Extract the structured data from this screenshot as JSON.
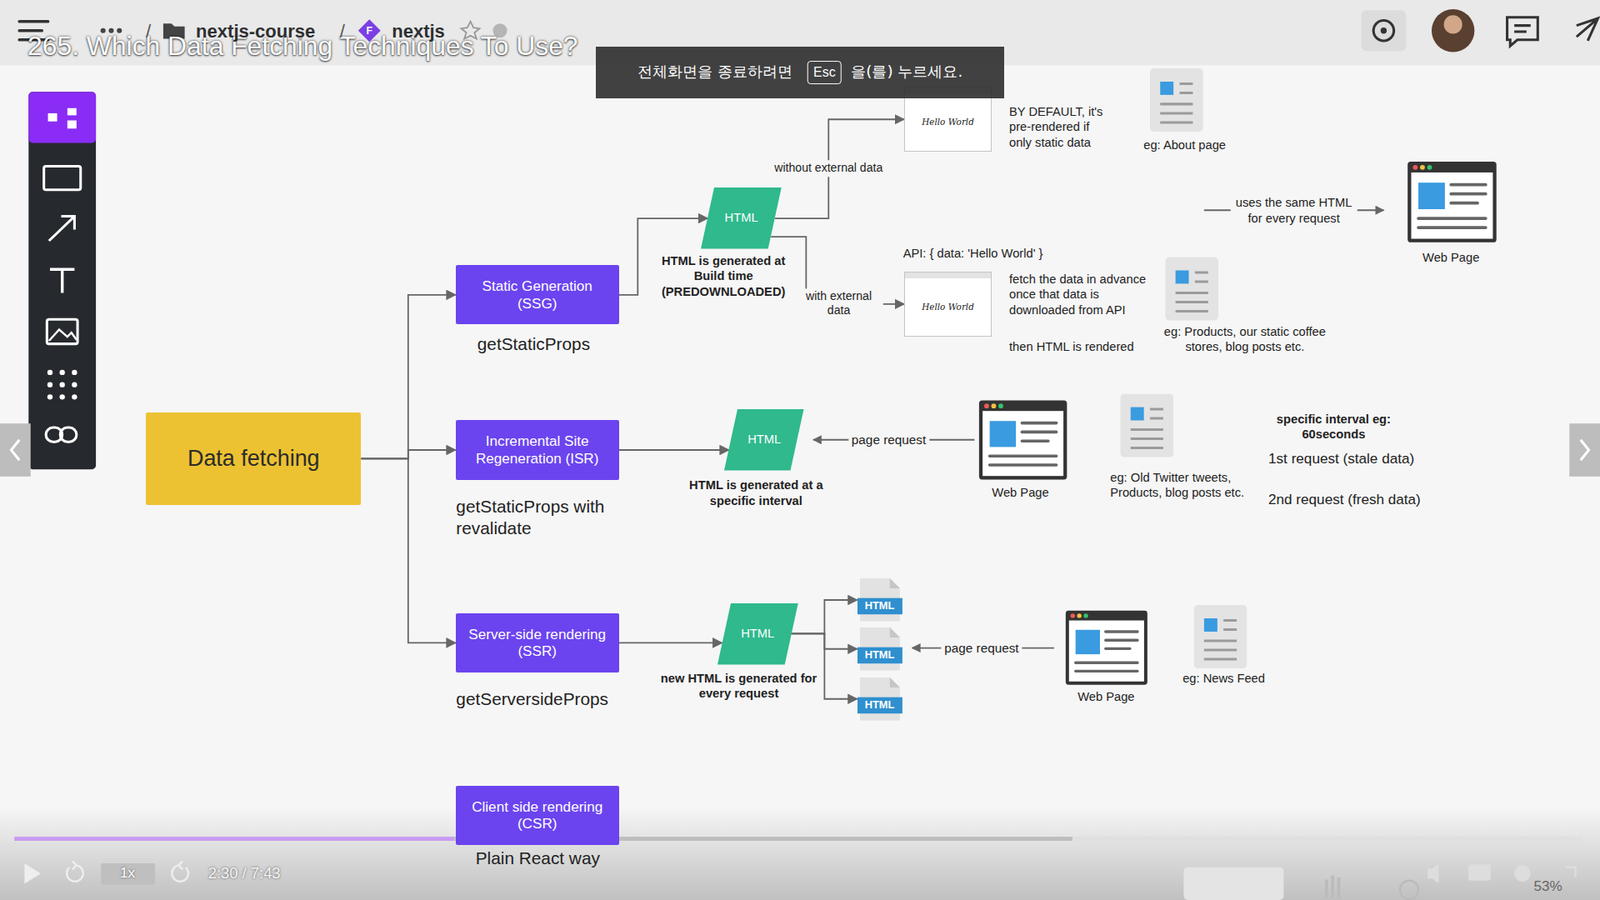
{
  "diagram": {
    "title": "265. Which Data Fetching Techniques To Use?",
    "nodes": [
      {
        "text": [
          "Data fetching"
        ]
      },
      {
        "text": [
          "Static Generation (SSG)"
        ]
      },
      {
        "text": [
          "HTML"
        ]
      },
      {
        "text": [
          "Hello World"
        ]
      },
      {
        "text": [
          "Hello World"
        ]
      },
      {
        "text": [
          "Incremental Site Regeneration (ISR)"
        ]
      },
      {
        "text": [
          "HTML"
        ]
      },
      {
        "text": [
          "Server-side rendering (SSR)"
        ]
      },
      {
        "text": [
          "HTML"
        ]
      },
      {
        "text": [
          "HTML"
        ]
      },
      {
        "text": [
          "HTML"
        ]
      },
      {
        "text": [
          "HTML"
        ]
      },
      {
        "text": [
          "Client side rendering (CSR)"
        ]
      }
    ],
    "edges": [
      {
        "from": 0,
        "to": 1,
        "arrow": "to"
      },
      {
        "from": 0,
        "to": 5,
        "arrow": "to"
      },
      {
        "from": 0,
        "to": 7,
        "arrow": "to"
      },
      {
        "from": 1,
        "to": 2,
        "arrow": "to"
      },
      {
        "from": 2,
        "to": 3,
        "label": "without external data",
        "arrow": "to"
      },
      {
        "from": 2,
        "to": 4,
        "label": "with external data",
        "arrow": "to"
      },
      {
        "from": 5,
        "to": 6,
        "arrow": "to"
      },
      {
        "from": 7,
        "to": 8,
        "arrow": "to"
      },
      {
        "from": 8,
        "to": 9,
        "arrow": "to"
      },
      {
        "from": 8,
        "to": 10,
        "arrow": "to"
      },
      {
        "from": 8,
        "to": 11,
        "arrow": "to"
      }
    ],
    "labels": [
      "/",
      "nextjs-course",
      "/",
      "F",
      "nextjs",
      "전체화면을 종료하려면",
      "Esc",
      "을(를) 누르세요.",
      "getStaticProps",
      "HTML is generated at Build time (PREDOWNLOADED)",
      "BY DEFAULT, it's pre-rendered if only static data",
      "eg: About page",
      "uses the same HTML for every request",
      "Web Page",
      "API: { data: 'Hello World' }",
      "fetch the data in advance once that data is downloaded from API",
      "then HTML is rendered",
      "eg: Products, our static coffee stores, blog posts etc.",
      "getStaticProps with revalidate",
      "HTML is generated at a specific interval",
      "page request",
      "Web Page",
      "eg: Old Twitter tweets, Products, blog posts etc.",
      "specific interval eg: 60seconds",
      "1st request (stale data)",
      "2nd request (fresh data)",
      "getServersideProps",
      "new HTML is generated for every request",
      "page request",
      "Web Page",
      "eg: News Feed",
      "Plain React way",
      "1x",
      "2:30 / 7:43",
      "53%"
    ]
  }
}
